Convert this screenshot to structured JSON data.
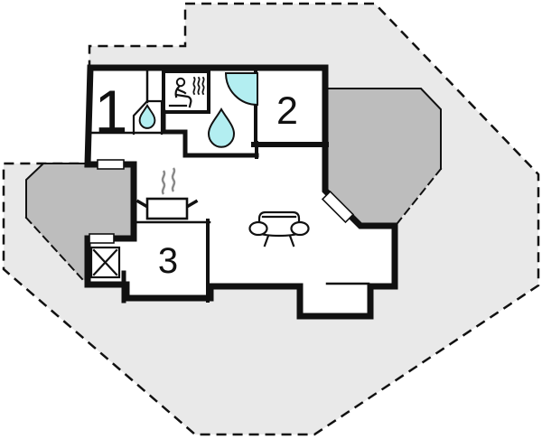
{
  "rooms": [
    {
      "label": "1"
    },
    {
      "label": "2"
    },
    {
      "label": "3"
    }
  ],
  "icons": {
    "sauna": "sauna-icon",
    "sink_drop": "water-drop-icon",
    "shower_drop": "water-drop-icon",
    "shower_basin": "shower-basin-icon",
    "stove": "stove-icon",
    "sofa": "sofa-icon",
    "wardrobe": "wardrobe-icon"
  },
  "colors": {
    "plot": "#e9e9e9",
    "terrace": "#bdbdbd",
    "wall": "#111111",
    "interior": "#ffffff",
    "water": "#b3eef1",
    "steam": "#8a8a8a"
  }
}
